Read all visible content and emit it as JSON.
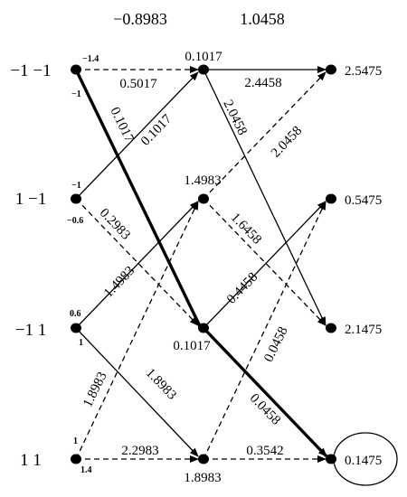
{
  "header": {
    "col1": "−0.8983",
    "col2": "1.0458"
  },
  "rows": [
    "−1 −1",
    "1 −1",
    "−1 1",
    "1 1"
  ],
  "nodes": {
    "s0": [
      {
        "text": "−1.4"
      },
      {
        "text": "−1"
      }
    ],
    "s1": [
      {
        "text": "−1"
      },
      {
        "text": "−0.6"
      }
    ],
    "s2": [
      {
        "text": "0.6"
      },
      {
        "text": "1"
      }
    ],
    "s3": [
      {
        "text": "1"
      },
      {
        "text": "1.4"
      }
    ],
    "m0": [
      {
        "text": "0.1017"
      }
    ],
    "m1": [
      {
        "text": "1.4983"
      }
    ],
    "m2": [
      {
        "text": "0.1017"
      }
    ],
    "m3": [
      {
        "text": "1.8983"
      }
    ],
    "e0": [
      {
        "text": "2.5475"
      }
    ],
    "e1": [
      {
        "text": "0.5475"
      }
    ],
    "e2": [
      {
        "text": "2.1475"
      }
    ],
    "e3": [
      {
        "text": "0.1475"
      }
    ]
  },
  "edges": [
    {
      "id": "s0-m0",
      "label": "0.5017",
      "style": "dashed"
    },
    {
      "id": "s0-m2",
      "label": "0.1017",
      "style": "bold"
    },
    {
      "id": "s1-m0",
      "label": "0.1017",
      "style": "solid"
    },
    {
      "id": "s1-m2",
      "label": "0.2983",
      "style": "dashed"
    },
    {
      "id": "s2-m1",
      "label": "1.4983",
      "style": "solid"
    },
    {
      "id": "s2-m3",
      "label": "1.8983",
      "style": "solid"
    },
    {
      "id": "s3-m1",
      "label": "1.8983",
      "style": "dashed"
    },
    {
      "id": "s3-m3",
      "label": "2.2983",
      "style": "dashed"
    },
    {
      "id": "m0-e0",
      "label": "2.4458",
      "style": "solid"
    },
    {
      "id": "m0-e2",
      "label": "2.0458",
      "style": "solid"
    },
    {
      "id": "m1-e0",
      "label": "2.0458",
      "style": "dashed"
    },
    {
      "id": "m1-e2",
      "label": "1.6458",
      "style": "dashed"
    },
    {
      "id": "m2-e1",
      "label": "0.4458",
      "style": "solid"
    },
    {
      "id": "m2-e3",
      "label": "0.0458",
      "style": "bold"
    },
    {
      "id": "m3-e1",
      "label": "0.0458",
      "style": "dashed"
    },
    {
      "id": "m3-e3",
      "label": "0.3542",
      "style": "dashed"
    }
  ],
  "highlight": "e3"
}
